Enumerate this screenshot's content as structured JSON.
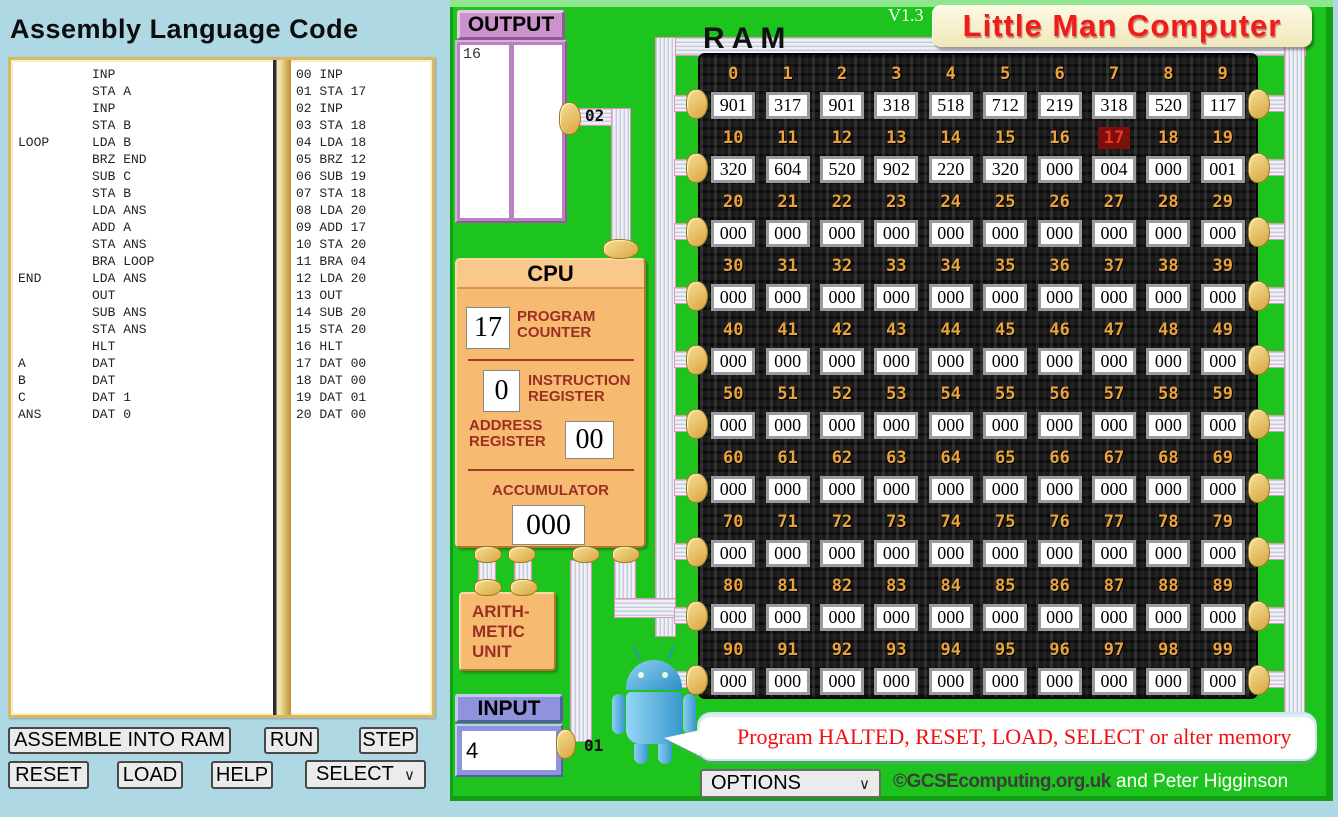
{
  "editor": {
    "title": "Assembly Language Code",
    "source_lines": [
      {
        "label": "",
        "instr": "INP"
      },
      {
        "label": "",
        "instr": "STA A"
      },
      {
        "label": "",
        "instr": "INP"
      },
      {
        "label": "",
        "instr": "STA B"
      },
      {
        "label": "LOOP",
        "instr": "LDA B"
      },
      {
        "label": "",
        "instr": "BRZ END"
      },
      {
        "label": "",
        "instr": "SUB C"
      },
      {
        "label": "",
        "instr": "STA B"
      },
      {
        "label": "",
        "instr": "LDA ANS"
      },
      {
        "label": "",
        "instr": "ADD A"
      },
      {
        "label": "",
        "instr": "STA ANS"
      },
      {
        "label": "",
        "instr": "BRA LOOP"
      },
      {
        "label": "END",
        "instr": "LDA ANS"
      },
      {
        "label": "",
        "instr": "OUT"
      },
      {
        "label": "",
        "instr": "SUB ANS"
      },
      {
        "label": "",
        "instr": "STA ANS"
      },
      {
        "label": "",
        "instr": "HLT"
      },
      {
        "label": "A",
        "instr": "DAT"
      },
      {
        "label": "B",
        "instr": "DAT"
      },
      {
        "label": "C",
        "instr": "DAT 1"
      },
      {
        "label": "ANS",
        "instr": "DAT 0"
      }
    ],
    "assembled_lines": [
      "00 INP",
      "01 STA 17",
      "02 INP",
      "03 STA 18",
      "04 LDA 18",
      "05 BRZ 12",
      "06 SUB 19",
      "07 STA 18",
      "08 LDA 20",
      "09 ADD 17",
      "10 STA 20",
      "11 BRA 04",
      "12 LDA 20",
      "13 OUT",
      "14 SUB 20",
      "15 STA 20",
      "16 HLT",
      "17 DAT 00",
      "18 DAT 00",
      "19 DAT 01",
      "20 DAT 00"
    ]
  },
  "buttons": {
    "assemble": "ASSEMBLE INTO RAM",
    "run": "RUN",
    "step": "STEP",
    "reset": "RESET",
    "load": "LOAD",
    "help": "HELP",
    "select": "SELECT",
    "options": "OPTIONS"
  },
  "header": {
    "version": "V1.3",
    "title": "Little Man Computer"
  },
  "output": {
    "title": "OUTPUT",
    "values": "16"
  },
  "input": {
    "title": "INPUT",
    "value": "4"
  },
  "cpu": {
    "title": "CPU",
    "pc_label_1": "PROGRAM",
    "pc_label_2": "COUNTER",
    "pc_value": "17",
    "ir_label_1": "INSTRUCTION",
    "ir_label_2": "REGISTER",
    "ir_value": "0",
    "ar_label_1": "ADDRESS",
    "ar_label_2": "REGISTER",
    "ar_value": "00",
    "acc_label": "ACCUMULATOR",
    "acc_value": "000"
  },
  "arithmetic_unit": {
    "line1": "ARITH-",
    "line2": "METIC",
    "line3": "UNIT"
  },
  "ram": {
    "label": "RAM",
    "highlight_address": 17,
    "highlight_color": "#7c100c",
    "address_color": "#eca33b",
    "values": [
      "901",
      "317",
      "901",
      "318",
      "518",
      "712",
      "219",
      "318",
      "520",
      "117",
      "320",
      "604",
      "520",
      "902",
      "220",
      "320",
      "000",
      "004",
      "000",
      "001",
      "000",
      "000",
      "000",
      "000",
      "000",
      "000",
      "000",
      "000",
      "000",
      "000",
      "000",
      "000",
      "000",
      "000",
      "000",
      "000",
      "000",
      "000",
      "000",
      "000",
      "000",
      "000",
      "000",
      "000",
      "000",
      "000",
      "000",
      "000",
      "000",
      "000",
      "000",
      "000",
      "000",
      "000",
      "000",
      "000",
      "000",
      "000",
      "000",
      "000",
      "000",
      "000",
      "000",
      "000",
      "000",
      "000",
      "000",
      "000",
      "000",
      "000",
      "000",
      "000",
      "000",
      "000",
      "000",
      "000",
      "000",
      "000",
      "000",
      "000",
      "000",
      "000",
      "000",
      "000",
      "000",
      "000",
      "000",
      "000",
      "000",
      "000",
      "000",
      "000",
      "000",
      "000",
      "000",
      "000",
      "000",
      "000",
      "000",
      "000"
    ]
  },
  "bus_labels": {
    "output_bus": "02",
    "input_bus": "01"
  },
  "status": {
    "message": "Program HALTED, RESET, LOAD, SELECT or alter memory"
  },
  "footer": {
    "copyright_dark": "©GCSEcomputing.org.uk",
    "copyright_light": " and Peter Higginson"
  },
  "colors": {
    "board_green": "#1ec41e",
    "background_blue": "#aed8e4",
    "cpu_orange": "#f6bb71",
    "output_purple": "#bb7fc4",
    "input_blue": "#8f92dd",
    "title_red": "#ee1c1c",
    "status_red": "#ef1010"
  }
}
